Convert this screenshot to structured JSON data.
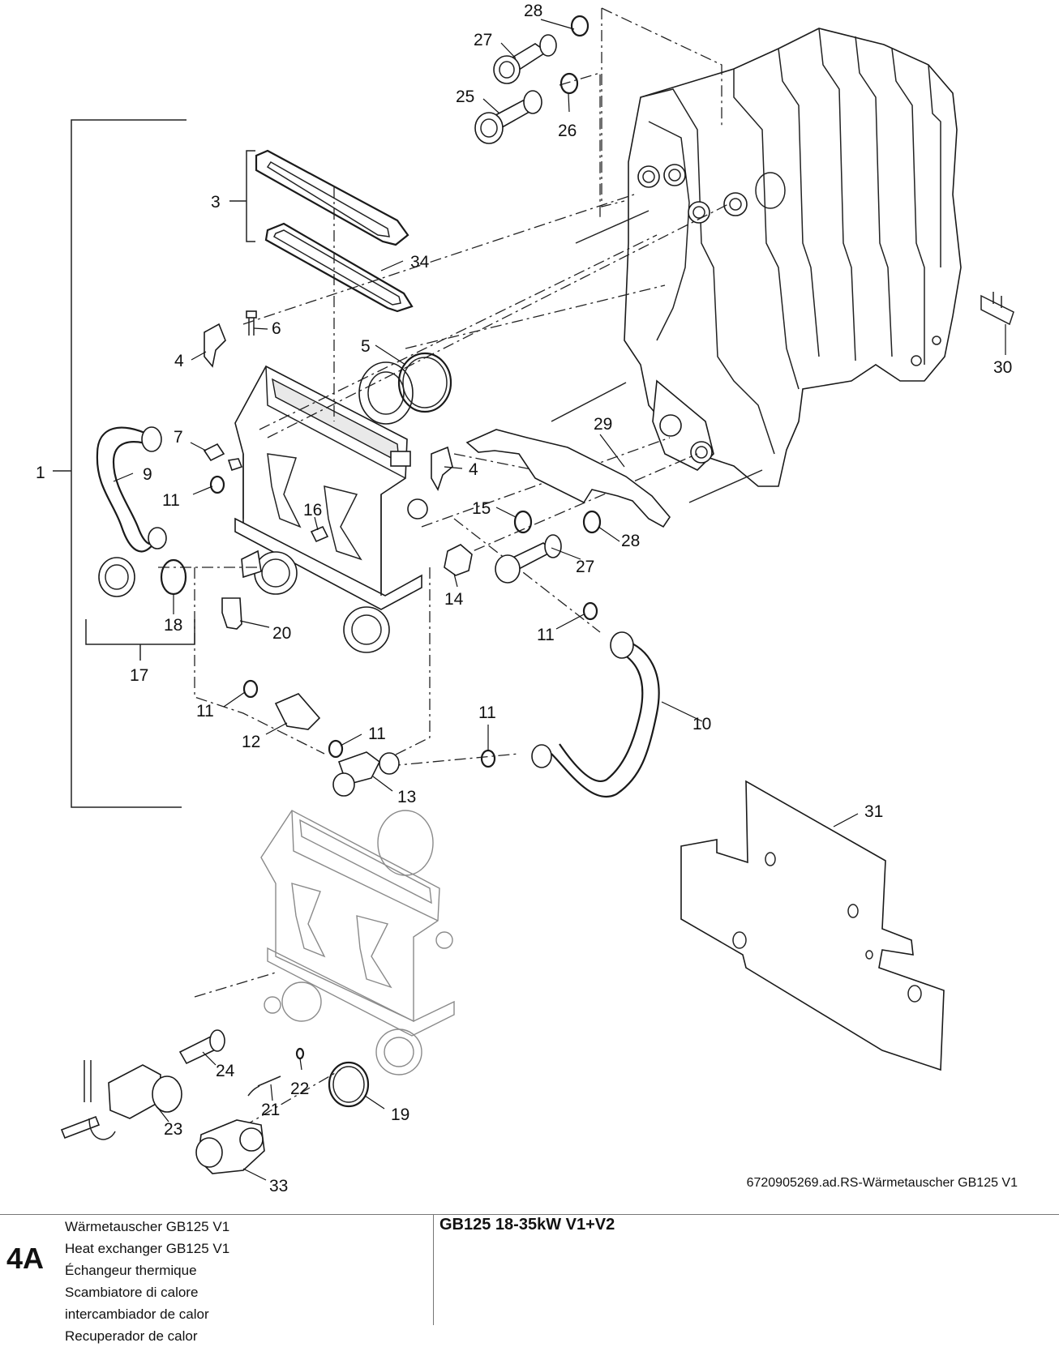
{
  "callouts": [
    {
      "id": "c28a",
      "text": "28"
    },
    {
      "id": "c27a",
      "text": "27"
    },
    {
      "id": "c25",
      "text": "25"
    },
    {
      "id": "c26",
      "text": "26"
    },
    {
      "id": "c3",
      "text": "3"
    },
    {
      "id": "c34",
      "text": "34"
    },
    {
      "id": "c6",
      "text": "6"
    },
    {
      "id": "c4a",
      "text": "4"
    },
    {
      "id": "c5",
      "text": "5"
    },
    {
      "id": "c7",
      "text": "7"
    },
    {
      "id": "c9",
      "text": "9"
    },
    {
      "id": "c1",
      "text": "1"
    },
    {
      "id": "c11a",
      "text": "11"
    },
    {
      "id": "c4b",
      "text": "4"
    },
    {
      "id": "c29",
      "text": "29"
    },
    {
      "id": "c30",
      "text": "30"
    },
    {
      "id": "c16",
      "text": "16"
    },
    {
      "id": "c15",
      "text": "15"
    },
    {
      "id": "c28b",
      "text": "28"
    },
    {
      "id": "c27b",
      "text": "27"
    },
    {
      "id": "c14",
      "text": "14"
    },
    {
      "id": "c18",
      "text": "18"
    },
    {
      "id": "c20",
      "text": "20"
    },
    {
      "id": "c17",
      "text": "17"
    },
    {
      "id": "c11b",
      "text": "11"
    },
    {
      "id": "c10",
      "text": "10"
    },
    {
      "id": "c11c",
      "text": "11"
    },
    {
      "id": "c11d",
      "text": "11"
    },
    {
      "id": "c11e",
      "text": "11"
    },
    {
      "id": "c12",
      "text": "12"
    },
    {
      "id": "c13",
      "text": "13"
    },
    {
      "id": "c31",
      "text": "31"
    },
    {
      "id": "c24",
      "text": "24"
    },
    {
      "id": "c22",
      "text": "22"
    },
    {
      "id": "c21",
      "text": "21"
    },
    {
      "id": "c19",
      "text": "19"
    },
    {
      "id": "c23",
      "text": "23"
    },
    {
      "id": "c33",
      "text": "33"
    }
  ],
  "figure_caption": "6720905269.ad.RS-Wärmetauscher GB125 V1",
  "footer": {
    "section_code": "4A",
    "part_names": [
      "Wärmetauscher GB125 V1",
      "Heat exchanger GB125 V1",
      "Échangeur thermique",
      "Scambiatore di calore",
      "intercambiador de calor",
      "Recuperador de calor"
    ],
    "model": "GB125 18-35kW V1+V2"
  }
}
